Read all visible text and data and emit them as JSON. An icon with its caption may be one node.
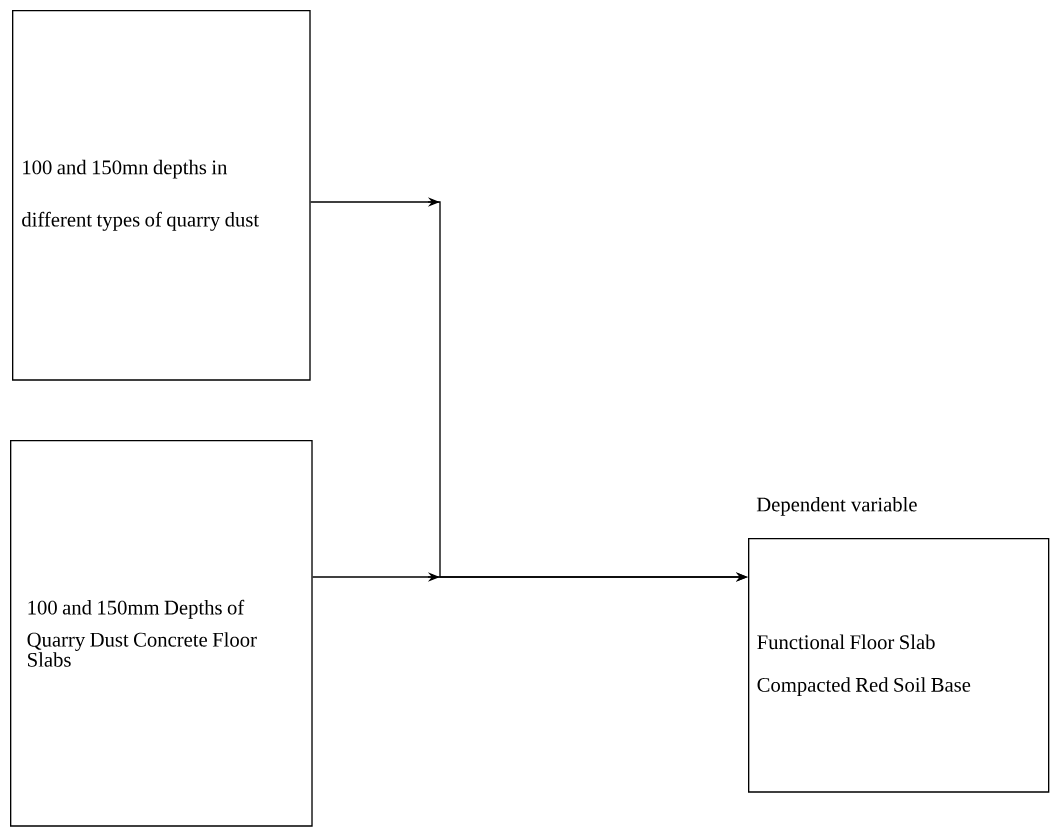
{
  "diagram": {
    "nodes": [
      {
        "text": [
          "100 and 150mn depths in different types of quarry dust"
        ]
      },
      {
        "text": [
          "100 and 150mm Depths of Quarry Dust Concrete Floor Slabs"
        ]
      },
      {
        "text": [
          "Dependent variable",
          "Functional Floor Slab",
          "Compacted Red Soil Base"
        ]
      }
    ],
    "edges": [
      {
        "from": 0,
        "to": 2,
        "arrow": "to"
      },
      {
        "from": 1,
        "to": 2,
        "arrow": "to"
      }
    ]
  }
}
